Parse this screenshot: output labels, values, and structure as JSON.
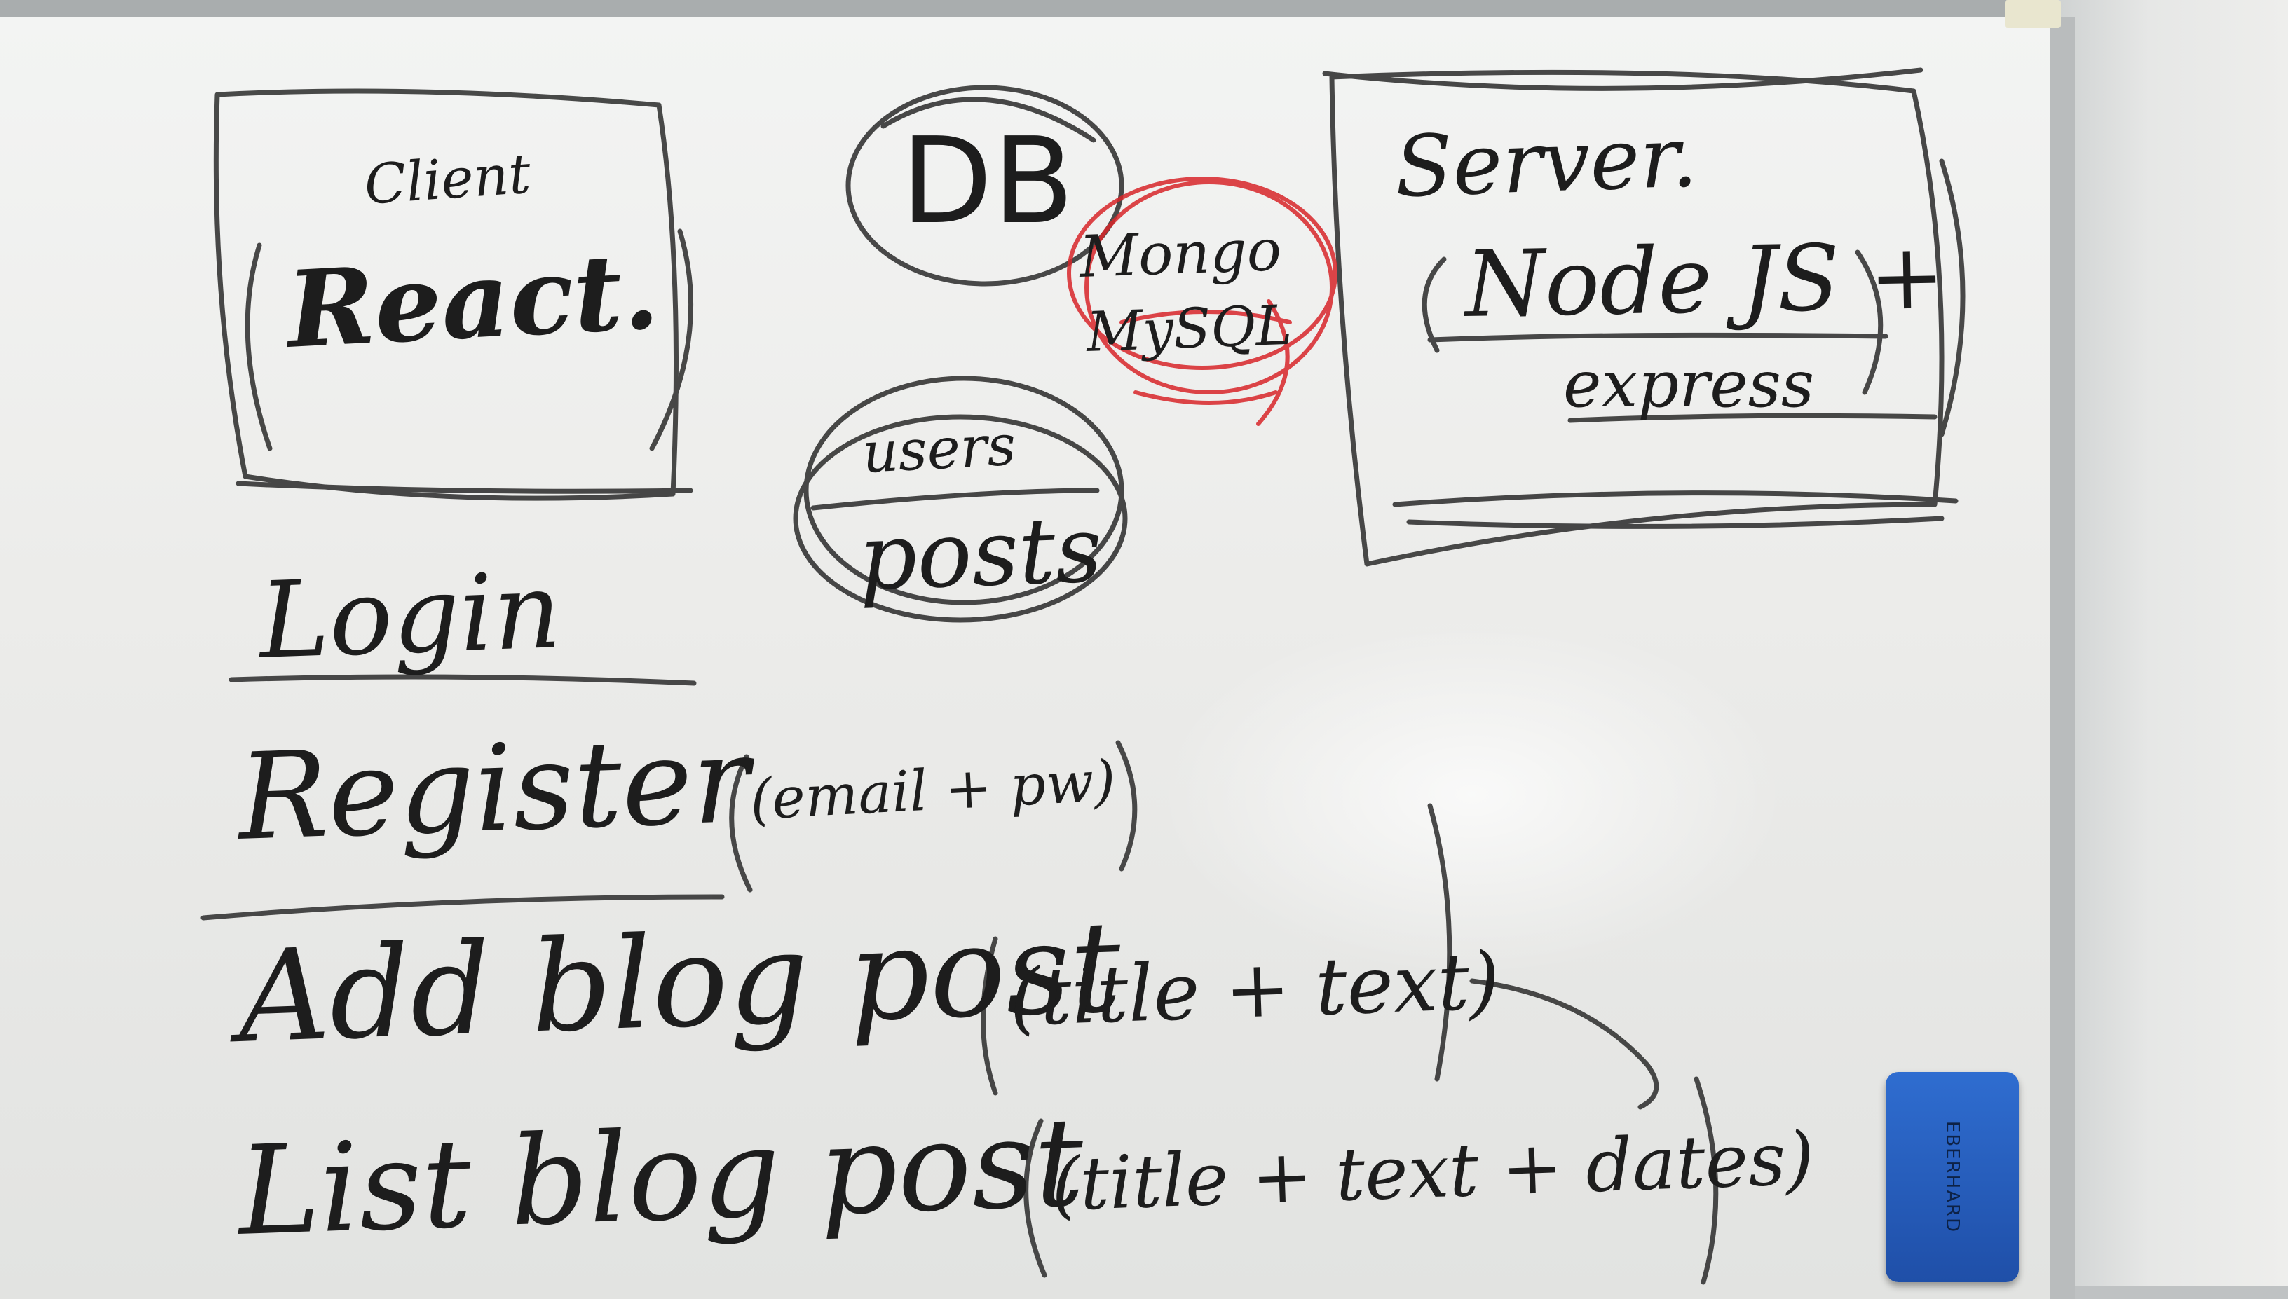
{
  "whiteboard": {
    "client_box": {
      "label_top": "Client",
      "label_main": "React."
    },
    "db_circle": {
      "label": "DB"
    },
    "db_options": {
      "line1": "Mongo",
      "line2": "MySQL"
    },
    "tables_circle": {
      "line1": "users",
      "line2": "posts"
    },
    "server_box": {
      "label_top": "Server.",
      "line1": "Node JS +",
      "line2": "express"
    },
    "features": [
      "Login",
      "Register",
      "(email + pw)",
      "Add blog post",
      "(title + text)",
      "List blog post",
      "(title + text + dates)"
    ]
  },
  "eraser": {
    "brand": "EBERHARD",
    "color": "#2a5fc0"
  },
  "colors": {
    "ink_black": "#1d1d1d",
    "ink_red": "#d8262a",
    "board": "#eceeec"
  }
}
